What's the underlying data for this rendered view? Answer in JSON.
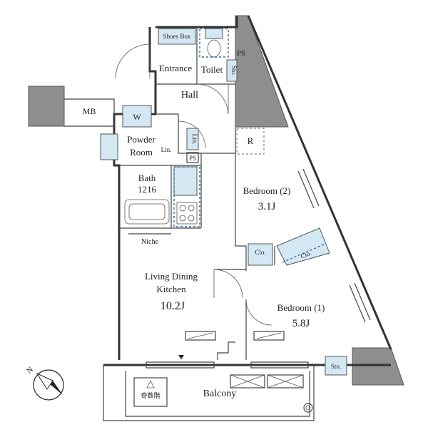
{
  "floorplan": {
    "rooms": {
      "shoes_box": "Shoes Box",
      "entrance": "Entrance",
      "toilet": "Toilet",
      "ps_top": "PS",
      "sto_toilet": "Sto.",
      "hall": "Hall",
      "mb": "MB",
      "washer": "W",
      "lin_small": "Lin.",
      "powder_room": "Powder Room",
      "lin_label": "Lin.",
      "ps_mid": "PS",
      "refrigerator": "R",
      "bath": "Bath",
      "bath_size": "1216",
      "bedroom2": "Bedroom (2)",
      "bedroom2_size": "3.1J",
      "niche": "Niche",
      "clo_small": "Clo.",
      "clo_diag": "Clo.",
      "ldk_line1": "Living Dining",
      "ldk_line2": "Kitchen",
      "ldk_size": "10.2J",
      "bedroom1": "Bedroom (1)",
      "bedroom1_size": "5.8J",
      "sto_bedroom": "Sto.",
      "evac_hatch": "奇数階",
      "balcony": "Balcony"
    },
    "compass": {
      "north_label": "N"
    }
  }
}
